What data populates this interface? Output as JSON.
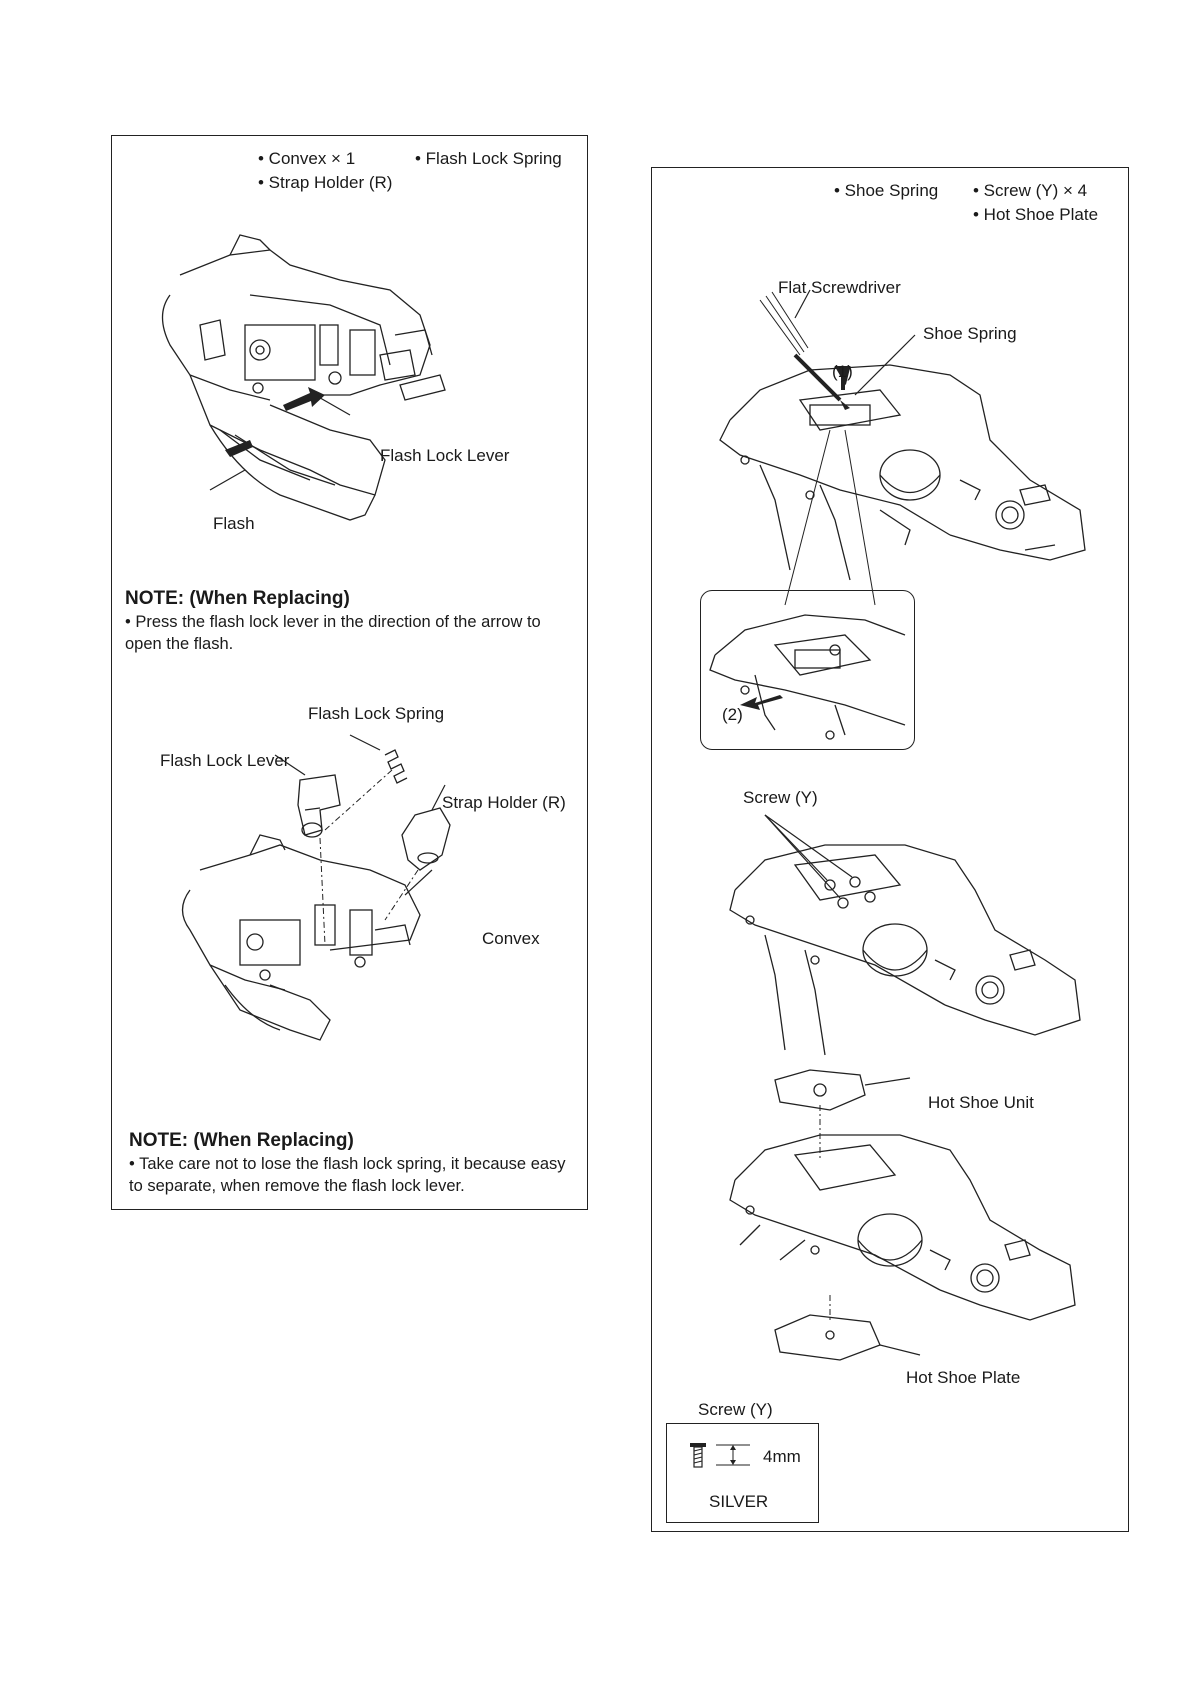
{
  "left_panel": {
    "parts": [
      "• Convex × 1",
      "• Flash Lock Spring",
      "• Strap Holder (R)"
    ],
    "fig1": {
      "flash_lock_lever": "Flash Lock Lever",
      "flash": "Flash"
    },
    "note1": {
      "heading": "NOTE: (When Replacing)",
      "body": "• Press the flash lock lever in the direction of the arrow to open the flash."
    },
    "fig2": {
      "flash_lock_spring": "Flash Lock Spring",
      "flash_lock_lever": "Flash Lock Lever",
      "strap_holder": "Strap Holder (R)",
      "convex": "Convex"
    },
    "note2": {
      "heading": "NOTE: (When Replacing)",
      "body": "• Take care not to lose the flash lock spring, it because easy to separate, when remove the flash lock lever."
    }
  },
  "right_panel": {
    "parts": [
      "• Shoe Spring",
      "• Screw (Y) × 4",
      "• Hot Shoe Plate"
    ],
    "fig1": {
      "flat_screwdriver": "Flat Screwdriver",
      "shoe_spring": "Shoe Spring",
      "step1": "(1)",
      "step2": "(2)"
    },
    "fig2": {
      "screw": "Screw (Y)"
    },
    "fig3": {
      "hot_shoe_unit": "Hot Shoe Unit",
      "hot_shoe_plate": "Hot Shoe Plate"
    },
    "screw_spec": {
      "title": "Screw (Y)",
      "length": "4mm",
      "color": "SILVER"
    }
  }
}
